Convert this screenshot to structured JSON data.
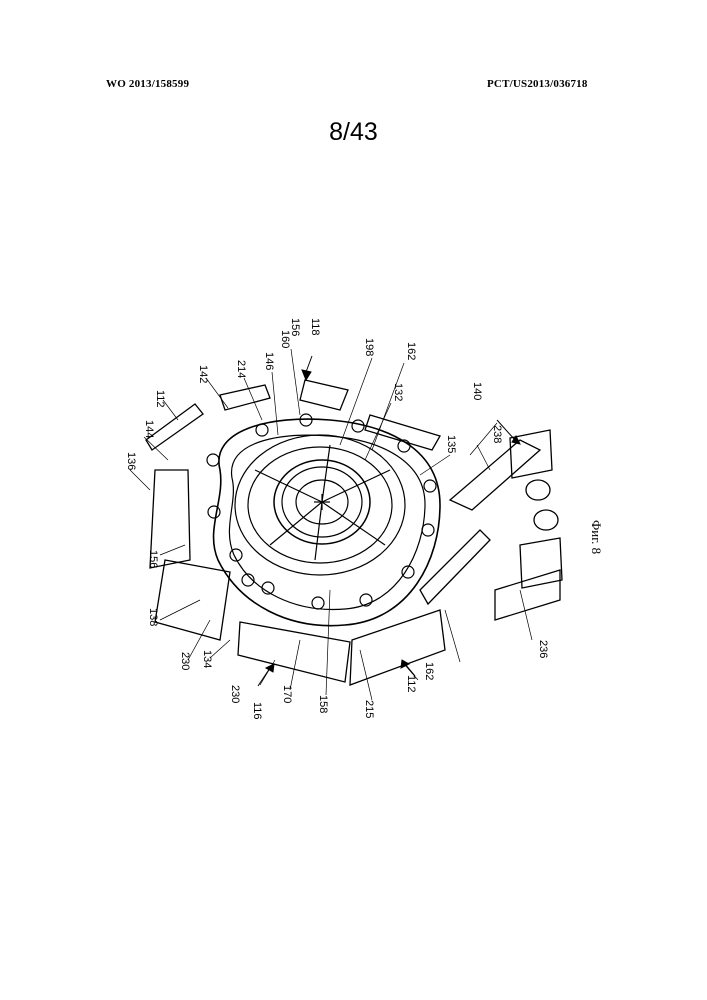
{
  "header": {
    "publication_number": "WO 2013/158599",
    "application_number": "PCT/US2013/036718"
  },
  "sheet_number": "8/43",
  "figure": {
    "caption": "Фиг. 8",
    "reference_numerals": {
      "r112a": "112",
      "r144": "144",
      "r136": "136",
      "r142": "142",
      "r214": "214",
      "r146": "146",
      "r160": "160",
      "r156a": "156",
      "r118": "118",
      "r198": "198",
      "r162a": "162",
      "r132": "132",
      "r135": "135",
      "r140": "140",
      "r238": "238",
      "r156b": "156",
      "r138": "138",
      "r230a": "230",
      "r134": "134",
      "r230b": "230",
      "r116": "116",
      "r170": "170",
      "r158": "158",
      "r215": "215",
      "r112b": "112",
      "r162b": "162",
      "r236": "236"
    }
  }
}
